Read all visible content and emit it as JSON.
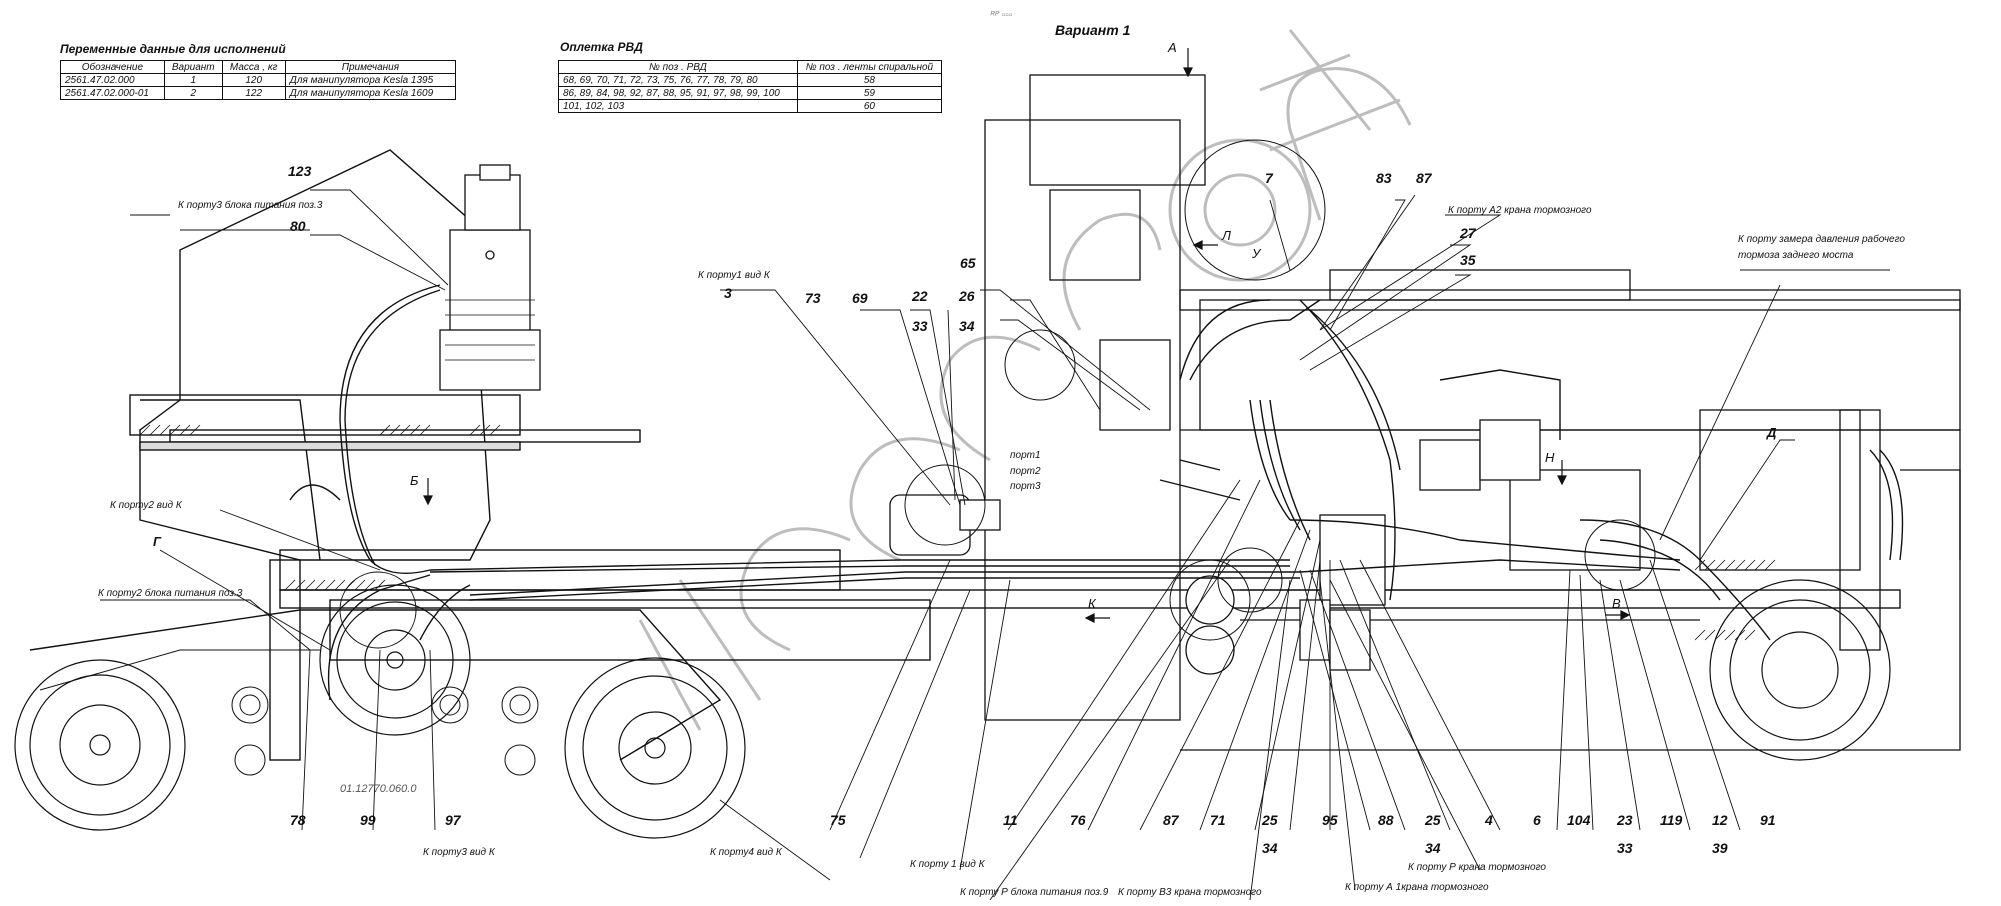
{
  "top_code": "ᴿᴾ ▫▫▫",
  "variant_title": "Вариант 1",
  "variants_table": {
    "title": "Переменные данные для исполнений",
    "headers": [
      "Обозначение",
      "Вариант",
      "Масса , кг",
      "Примечания"
    ],
    "rows": [
      [
        "2561.47.02.000",
        "1",
        "120",
        "Для  манипулятора   Kesla 1395"
      ],
      [
        "2561.47.02.000-01",
        "2",
        "122",
        "Для  манипулятора   Kesla 1609"
      ]
    ]
  },
  "braid_table": {
    "title": "Оплетка РВД",
    "headers": [
      "№ поз . РВД",
      "№ поз . ленты спиральной"
    ],
    "rows": [
      [
        "68, 69, 70, 71, 72, 73, 75, 76, 77, 78, 79, 80",
        "58"
      ],
      [
        "86, 89, 84, 98, 92, 87, 88, 95, 91, 97, 98, 99, 100",
        "59"
      ],
      [
        "101, 102, 103",
        "60"
      ]
    ]
  },
  "view_labels": {
    "a": "А",
    "b": "Б",
    "g": "Г",
    "l": "Л",
    "u": "У",
    "n": "Н",
    "k": "К",
    "v": "В",
    "d": "Д"
  },
  "port_labels": [
    "порт1",
    "порт2",
    "порт3"
  ],
  "notes": {
    "port3_supply": "К порту3  блока питания поз.3",
    "port2_view_k": "К порту2  вид К",
    "port2_supply": "К порту2  блока питания поз.3",
    "port1_view_k_top": "К порту1 вид К",
    "port_a2_brake": "К порту А2 крана тормозного",
    "rear_brake_pressure_1": "К порту замера давления рабочего",
    "rear_brake_pressure_2": "тормоза заднего  моста",
    "port3_view_k": "К порту3 вид К",
    "port4_view_k": "К порту4  вид К",
    "port1_view_k_bottom": "К порту 1 вид К",
    "port_p_supply": "К порту Р  блока питания поз.9",
    "port_b3_brake": "К порту В3 крана тормозного",
    "port_p_brake": "К порту Р крана тормозного",
    "port_a1_brake": "К порту А 1крана тормозного"
  },
  "positions": {
    "p123": "123",
    "p80": "80",
    "p3": "3",
    "p73": "73",
    "p69": "69",
    "p22": "22",
    "p33a": "33",
    "p26": "26",
    "p34a": "34",
    "p65": "65",
    "p7": "7",
    "p83": "83",
    "p87a": "87",
    "p27": "27",
    "p35": "35",
    "p78": "78",
    "p99": "99",
    "p97": "97",
    "p75": "75",
    "p11": "11",
    "p76": "76",
    "p87b": "87",
    "p71": "71",
    "p25a": "25",
    "p34b": "34",
    "p95": "95",
    "p88": "88",
    "p25b": "25",
    "p34c": "34",
    "p4": "4",
    "p6": "6",
    "p104": "104",
    "p23": "23",
    "p33b": "33",
    "p119": "119",
    "p12": "12",
    "p39": "39",
    "p91": "91"
  },
  "part_number": "01.12770.060.0"
}
